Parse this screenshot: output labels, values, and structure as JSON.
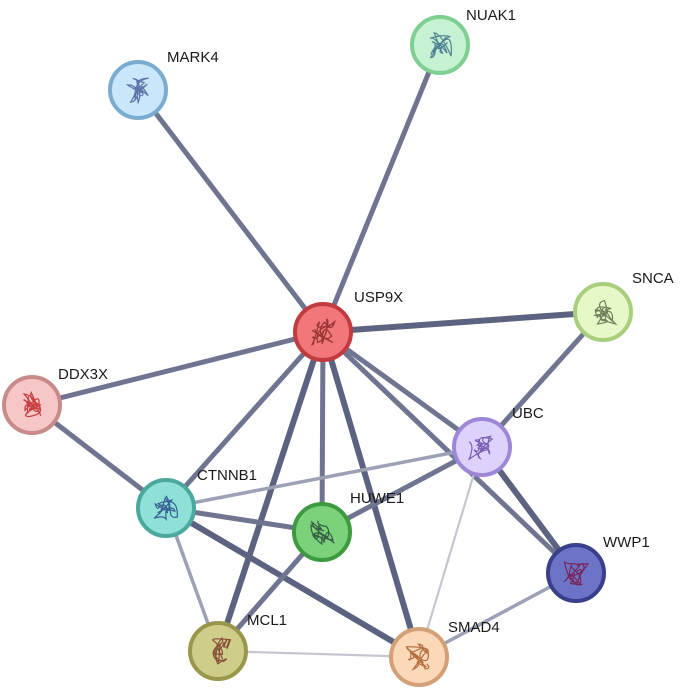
{
  "nodes": [
    {
      "id": "USP9X",
      "label": "USP9X",
      "fill": "#f2777a",
      "stroke": "#c23b3f",
      "glyph": "#8a2a2a"
    },
    {
      "id": "NUAK1",
      "label": "NUAK1",
      "fill": "#c6f1d2",
      "stroke": "#7fcf92",
      "glyph": "#3a6f8a"
    },
    {
      "id": "MARK4",
      "label": "MARK4",
      "fill": "#c9e6fb",
      "stroke": "#79acd0",
      "glyph": "#4a5f9a"
    },
    {
      "id": "SNCA",
      "label": "SNCA",
      "fill": "#e6f7c8",
      "stroke": "#a8cf7d",
      "glyph": "#5a6f4a"
    },
    {
      "id": "DDX3X",
      "label": "DDX3X",
      "fill": "#f7c6c6",
      "stroke": "#c98a8a",
      "glyph": "#c02525"
    },
    {
      "id": "UBC",
      "label": "UBC",
      "fill": "#ddd2fb",
      "stroke": "#9d87d6",
      "glyph": "#6a4aa8"
    },
    {
      "id": "CTNNB1",
      "label": "CTNNB1",
      "fill": "#8fe0d6",
      "stroke": "#4ba89c",
      "glyph": "#2a4a8a"
    },
    {
      "id": "HUWE1",
      "label": "HUWE1",
      "fill": "#7bd27b",
      "stroke": "#3e9a3e",
      "glyph": "#2a4a3a"
    },
    {
      "id": "WWP1",
      "label": "WWP1",
      "fill": "#6d74c8",
      "stroke": "#3a3f8a",
      "glyph": "#7a1a4a"
    },
    {
      "id": "MCL1",
      "label": "MCL1",
      "fill": "#cfcd8a",
      "stroke": "#99974a",
      "glyph": "#7a3a2a"
    },
    {
      "id": "SMAD4",
      "label": "SMAD4",
      "fill": "#fbd8b8",
      "stroke": "#d4a078",
      "glyph": "#a85a2a"
    }
  ],
  "edges": [
    {
      "source": "USP9X",
      "target": "NUAK1",
      "weight": "medium"
    },
    {
      "source": "USP9X",
      "target": "MARK4",
      "weight": "medium"
    },
    {
      "source": "USP9X",
      "target": "SNCA",
      "weight": "strong"
    },
    {
      "source": "USP9X",
      "target": "DDX3X",
      "weight": "medium"
    },
    {
      "source": "USP9X",
      "target": "UBC",
      "weight": "medium"
    },
    {
      "source": "USP9X",
      "target": "CTNNB1",
      "weight": "medium"
    },
    {
      "source": "USP9X",
      "target": "HUWE1",
      "weight": "medium"
    },
    {
      "source": "USP9X",
      "target": "WWP1",
      "weight": "medium"
    },
    {
      "source": "USP9X",
      "target": "MCL1",
      "weight": "strong"
    },
    {
      "source": "USP9X",
      "target": "SMAD4",
      "weight": "strong"
    },
    {
      "source": "SNCA",
      "target": "UBC",
      "weight": "medium"
    },
    {
      "source": "DDX3X",
      "target": "CTNNB1",
      "weight": "medium"
    },
    {
      "source": "UBC",
      "target": "CTNNB1",
      "weight": "weak"
    },
    {
      "source": "UBC",
      "target": "HUWE1",
      "weight": "medium"
    },
    {
      "source": "UBC",
      "target": "WWP1",
      "weight": "strong"
    },
    {
      "source": "UBC",
      "target": "SMAD4",
      "weight": "faint"
    },
    {
      "source": "CTNNB1",
      "target": "HUWE1",
      "weight": "medium"
    },
    {
      "source": "CTNNB1",
      "target": "MCL1",
      "weight": "weak"
    },
    {
      "source": "CTNNB1",
      "target": "SMAD4",
      "weight": "strong"
    },
    {
      "source": "HUWE1",
      "target": "MCL1",
      "weight": "medium"
    },
    {
      "source": "WWP1",
      "target": "SMAD4",
      "weight": "weak"
    },
    {
      "source": "MCL1",
      "target": "SMAD4",
      "weight": "faint"
    }
  ],
  "edge_colors": {
    "strong": "#5c6380",
    "medium": "#6f7590",
    "weak": "#9da1b6",
    "faint": "#c3c5d2"
  }
}
